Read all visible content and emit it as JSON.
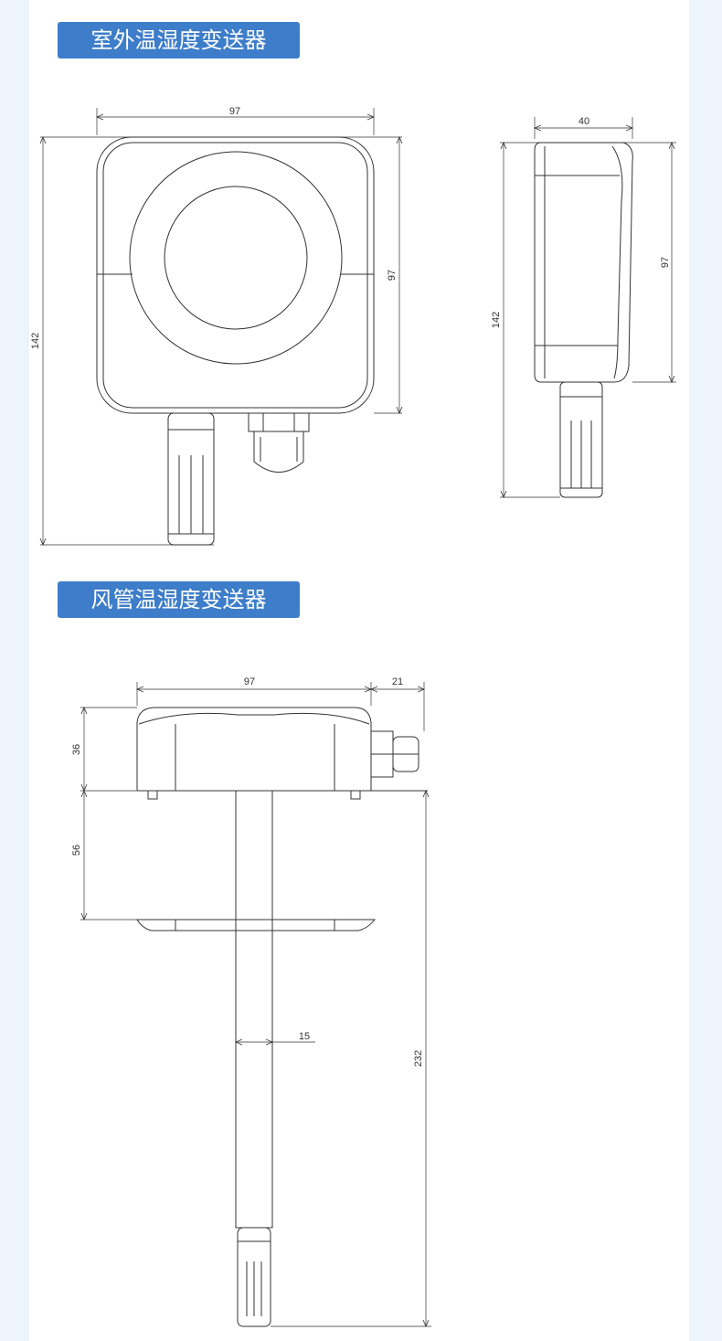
{
  "sections": {
    "outdoor": {
      "title": "室外温湿度变送器",
      "front_view": {
        "width": "97",
        "height": "97",
        "total_height": "142"
      },
      "side_view": {
        "depth": "40",
        "height": "97",
        "total_height": "142"
      }
    },
    "duct": {
      "title": "风管温湿度变送器",
      "width": "97",
      "gland": "21",
      "housing_height": "36",
      "flange_offset": "56",
      "probe_diameter": "15",
      "total_length": "232"
    }
  },
  "colors": {
    "badge": "#3d7dc9",
    "page_bg": "#eef4fb",
    "line": "#333333"
  }
}
